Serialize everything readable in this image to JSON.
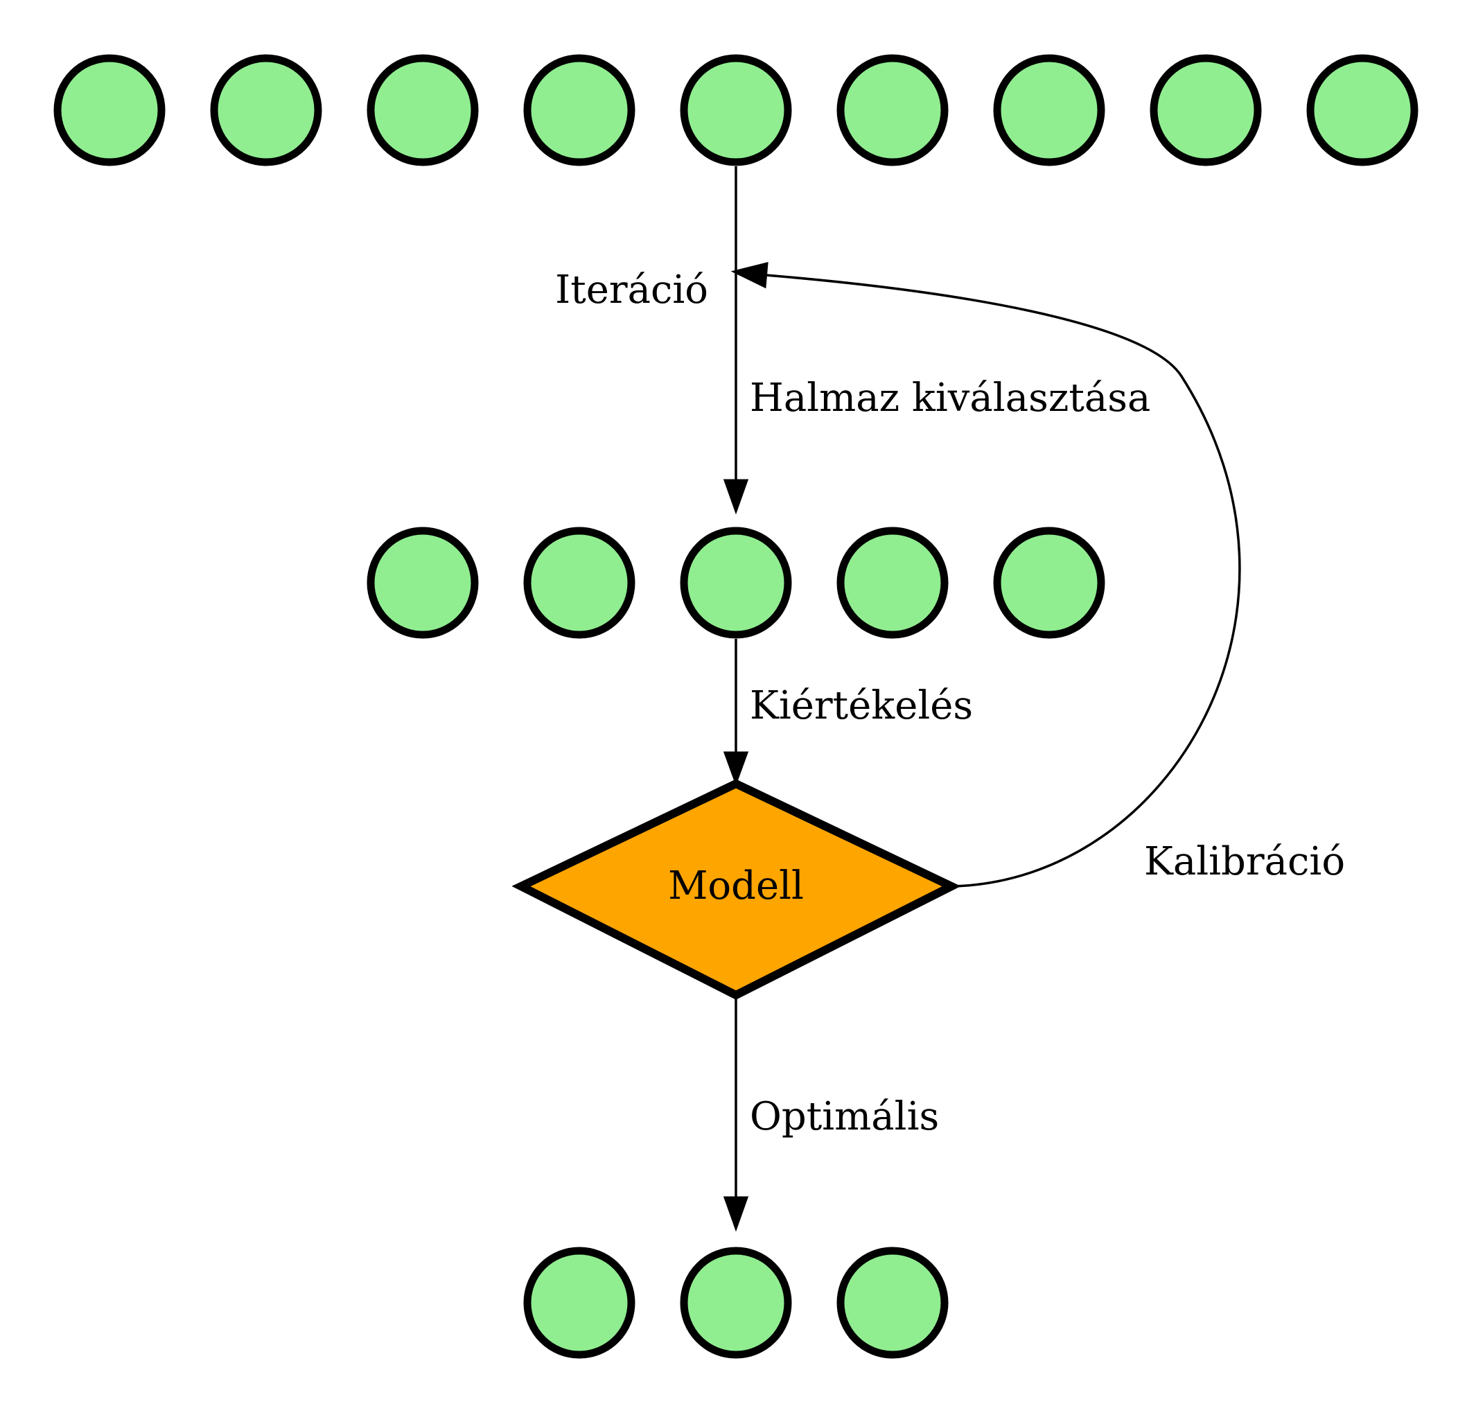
{
  "colors": {
    "node_fill": "#90ee90",
    "model_fill": "#ffa500",
    "stroke": "#000000",
    "background": "#ffffff"
  },
  "rows": {
    "top_count": 9,
    "middle_count": 5,
    "bottom_count": 3
  },
  "model": {
    "label": "Modell"
  },
  "edges": {
    "iteration_label": "Iteráció",
    "selection_label": "Halmaz kiválasztása",
    "evaluation_label": "Kiértékelés",
    "calibration_label": "Kalibráció",
    "optimal_label": "Optimális"
  }
}
